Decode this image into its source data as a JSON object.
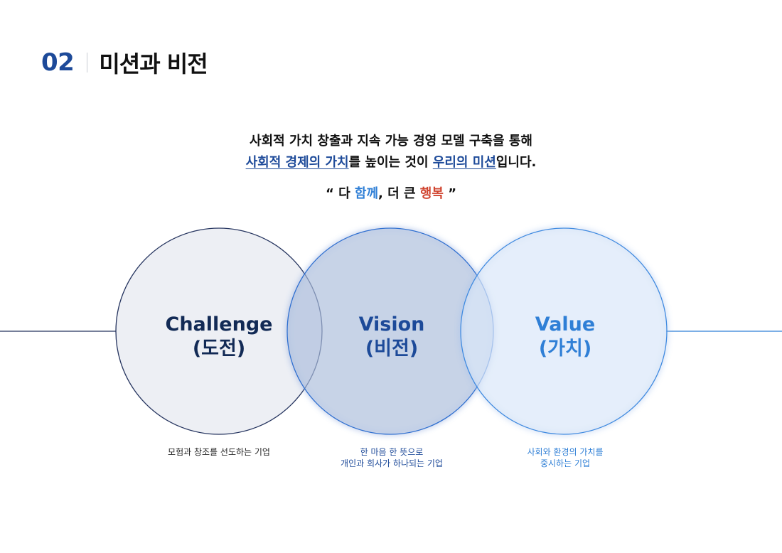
{
  "header": {
    "number": "02",
    "title": "미션과 비전"
  },
  "mission": {
    "line1": "사회적 가치 창출과 지속 가능 경영 모델 구축을 통해",
    "line2_highlight1": "사회적 경제의 가치",
    "line2_text1": "를 높이는 것이 ",
    "line2_highlight2": "우리의 미션",
    "line2_text2": "입니다."
  },
  "slogan": {
    "open_quote": "“ 다 ",
    "blue_word": "함께",
    "middle": ", 더 큰 ",
    "red_word": "행복",
    "close_quote": " ”"
  },
  "circles": [
    {
      "title": "Challenge",
      "subtitle": "(도전)",
      "desc": [
        "모험과 창조를 선도하는 기업"
      ]
    },
    {
      "title": "Vision",
      "subtitle": "(비전)",
      "desc": [
        "한 마음 한 뜻으로",
        "개인과 회사가 하나되는 기업"
      ]
    },
    {
      "title": "Value",
      "subtitle": "(가치)",
      "desc": [
        "사회와 환경의 가치를",
        "중시하는 기업"
      ]
    }
  ],
  "colors": {
    "navy": "#122a55",
    "blue": "#1d4a99",
    "light_blue": "#2f7fd6",
    "red": "#d0442f"
  }
}
